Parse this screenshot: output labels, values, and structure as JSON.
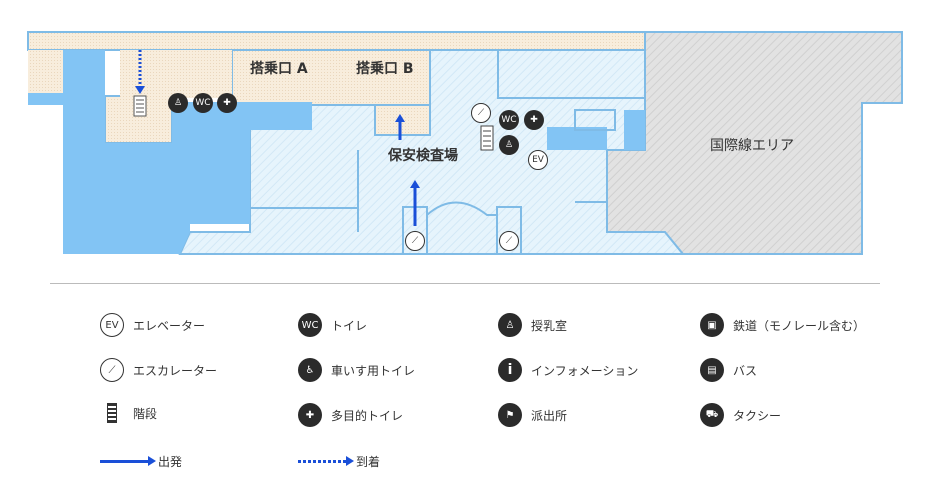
{
  "map": {
    "labels": {
      "gate_a": "搭乗口 A",
      "gate_b": "搭乗口 B",
      "security": "保安検査場",
      "international": "国際線エリア"
    },
    "icon_text": {
      "wc": "WC",
      "ev": "EV"
    }
  },
  "legend": {
    "items": [
      {
        "icon": "elevator-icon",
        "label": "エレベーター"
      },
      {
        "icon": "toilet-icon",
        "label": "トイレ"
      },
      {
        "icon": "nursing-room-icon",
        "label": "授乳室"
      },
      {
        "icon": "train-icon",
        "label": "鉄道（モノレール含む）"
      },
      {
        "icon": "escalator-icon",
        "label": "エスカレーター"
      },
      {
        "icon": "wheelchair-icon",
        "label": "車いす用トイレ"
      },
      {
        "icon": "information-icon",
        "label": "インフォメーション"
      },
      {
        "icon": "bus-icon",
        "label": "バス"
      },
      {
        "icon": "stairs-icon",
        "label": "階段"
      },
      {
        "icon": "multipurpose-toilet-icon",
        "label": "多目的トイレ"
      },
      {
        "icon": "police-box-icon",
        "label": "派出所"
      },
      {
        "icon": "taxi-icon",
        "label": "タクシー"
      },
      {
        "icon": "departure-arrow-icon",
        "label": "出発"
      },
      {
        "icon": "arrival-arrow-icon",
        "label": "到着"
      }
    ]
  },
  "colors": {
    "blue": "#82c4f4",
    "beige": "#f6ead8",
    "hatch": "#e3f3fc",
    "gray": "#dedede",
    "arrow": "#1a4fd8",
    "outline": "#7fbbe6"
  }
}
